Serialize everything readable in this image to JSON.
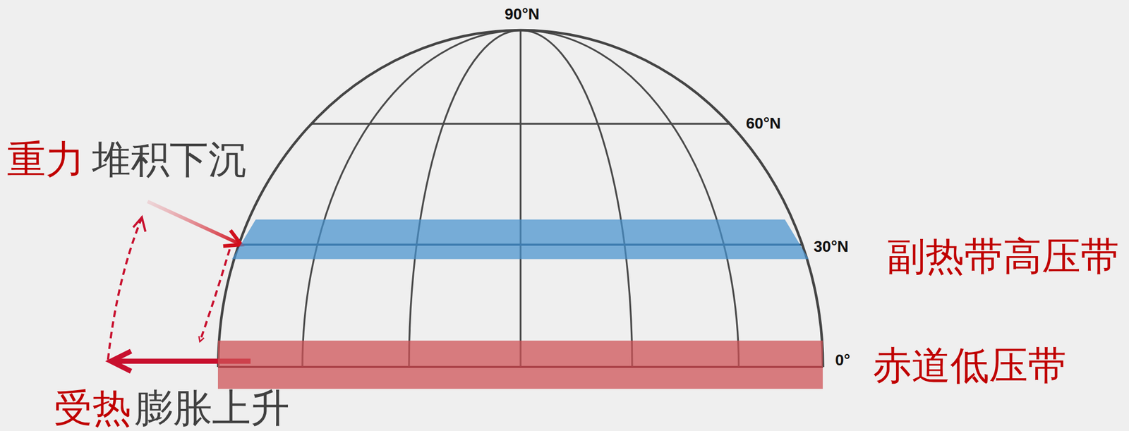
{
  "diagram": {
    "nodes": [
      {
        "text": [
          "副热带高压带"
        ]
      },
      {
        "text": [
          "赤道低压带"
        ]
      }
    ],
    "edges": [
      {
        "from": 0,
        "to": 1,
        "arrow": "to"
      }
    ],
    "labels": [
      "90°N",
      "60°N",
      "30°N",
      "0°",
      "重力",
      "堆积下沉",
      "受热",
      "膨胀上升"
    ]
  }
}
